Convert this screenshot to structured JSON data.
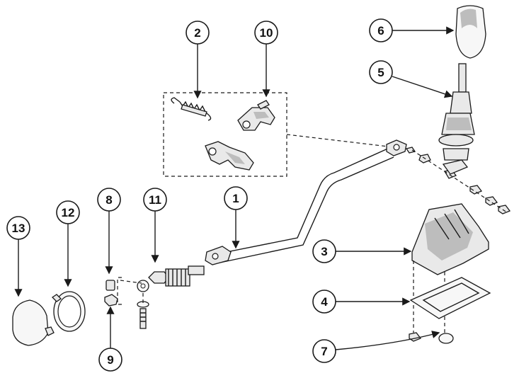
{
  "diagram": {
    "callouts": [
      {
        "id": "c1",
        "label": "1"
      },
      {
        "id": "c2",
        "label": "2"
      },
      {
        "id": "c3",
        "label": "3"
      },
      {
        "id": "c4",
        "label": "4"
      },
      {
        "id": "c5",
        "label": "5"
      },
      {
        "id": "c6",
        "label": "6"
      },
      {
        "id": "c7",
        "label": "7"
      },
      {
        "id": "c8",
        "label": "8"
      },
      {
        "id": "c9",
        "label": "9"
      },
      {
        "id": "c10",
        "label": "10"
      },
      {
        "id": "c11",
        "label": "11"
      },
      {
        "id": "c12",
        "label": "12"
      },
      {
        "id": "c13",
        "label": "13"
      }
    ],
    "colors": {
      "ink": "#1a1a1a",
      "background": "#ffffff"
    }
  }
}
